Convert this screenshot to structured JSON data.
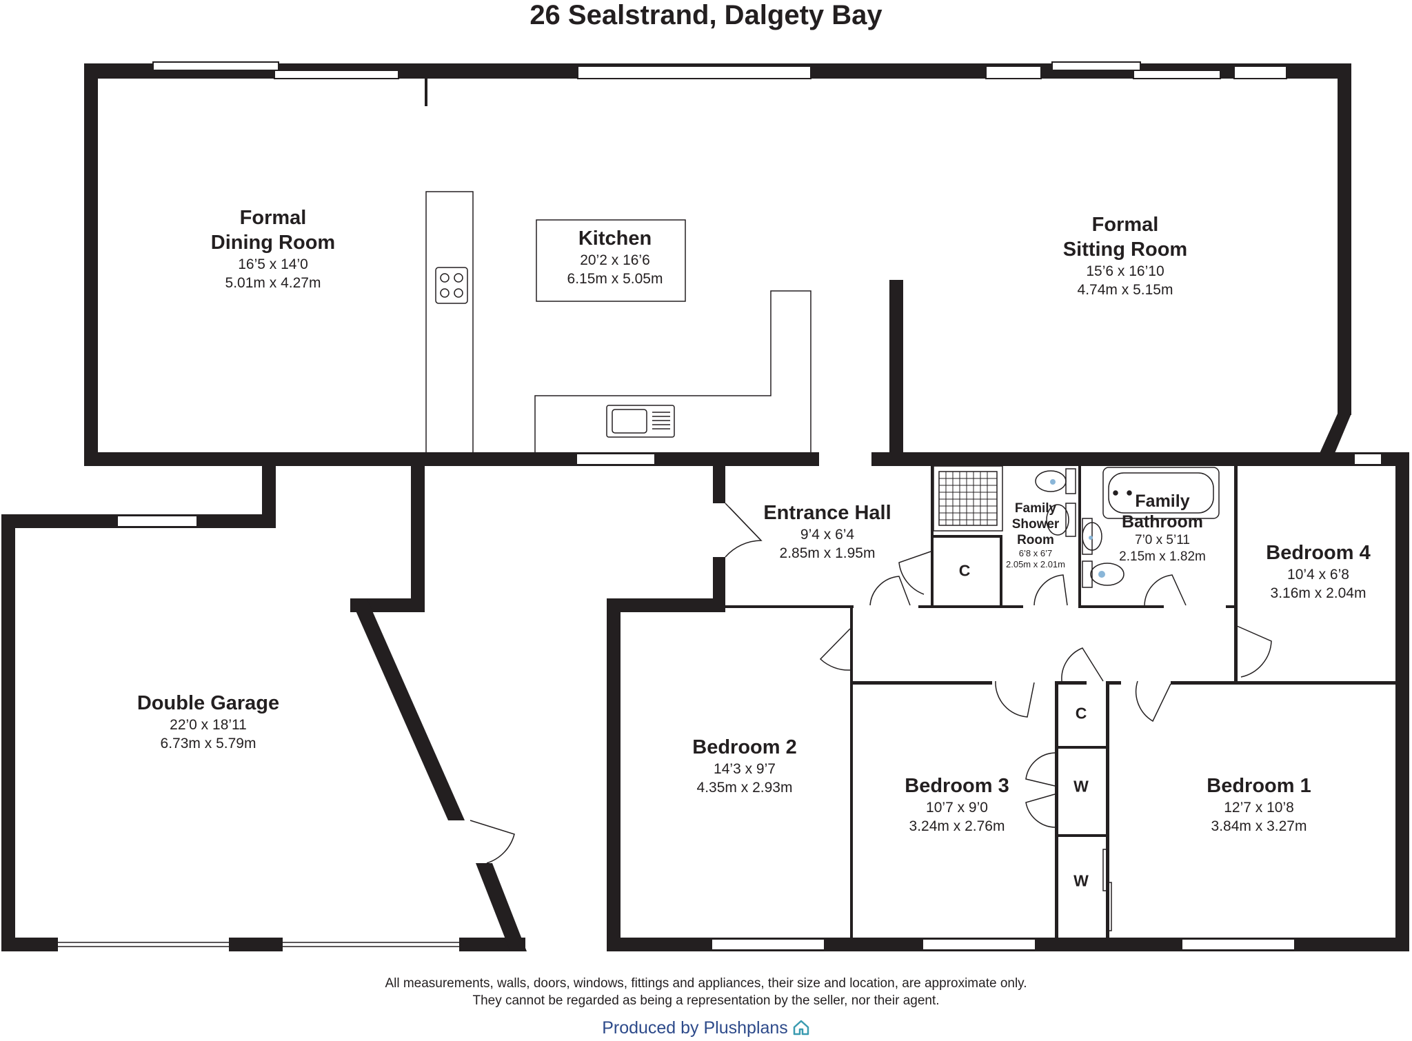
{
  "title": "26 Sealstrand, Dalgety Bay",
  "rooms": {
    "dining": {
      "name_lines": [
        "Formal",
        "Dining Room"
      ],
      "imperial": "16’5 x 14’0",
      "metric": "5.01m x 4.27m"
    },
    "kitchen": {
      "name": "Kitchen",
      "imperial": "20’2 x 16’6",
      "metric": "6.15m x 5.05m"
    },
    "sitting": {
      "name_lines": [
        "Formal",
        "Sitting Room"
      ],
      "imperial": "15’6 x 16’10",
      "metric": "4.74m x 5.15m"
    },
    "entrance": {
      "name": "Entrance Hall",
      "imperial": "9’4 x 6’4",
      "metric": "2.85m x 1.95m"
    },
    "shower": {
      "name_lines": [
        "Family",
        "Shower",
        "Room"
      ],
      "imperial": "6’8 x 6’7",
      "metric": "2.05m x 2.01m"
    },
    "bathroom": {
      "name_lines": [
        "Family",
        "Bathroom"
      ],
      "imperial": "7’0 x 5’11",
      "metric": "2.15m x 1.82m"
    },
    "bedroom4": {
      "name": "Bedroom 4",
      "imperial": "10’4 x 6’8",
      "metric": "3.16m x 2.04m"
    },
    "garage": {
      "name": "Double Garage",
      "imperial": "22’0 x 18’11",
      "metric": "6.73m x 5.79m"
    },
    "bedroom2": {
      "name": "Bedroom 2",
      "imperial": "14’3 x 9’7",
      "metric": "4.35m x 2.93m"
    },
    "bedroom3": {
      "name": "Bedroom 3",
      "imperial": "10’7 x 9’0",
      "metric": "3.24m x 2.76m"
    },
    "bedroom1": {
      "name": "Bedroom 1",
      "imperial": "12’7 x 10’8",
      "metric": "3.84m x 3.27m"
    }
  },
  "cupboards": {
    "c1": "C",
    "c2": "C",
    "w1": "W",
    "w2": "W"
  },
  "disclaimer": {
    "line1": "All measurements, walls, doors, windows, fittings and appliances, their size and location, are approximate only.",
    "line2": "They cannot be regarded as being a representation by the seller, nor their agent."
  },
  "producer": {
    "text": "Produced by Plushplans",
    "color": "#2d4a8a",
    "icon": "plushplans-house-icon"
  },
  "colors": {
    "wall": "#231f20",
    "background": "#ffffff"
  }
}
